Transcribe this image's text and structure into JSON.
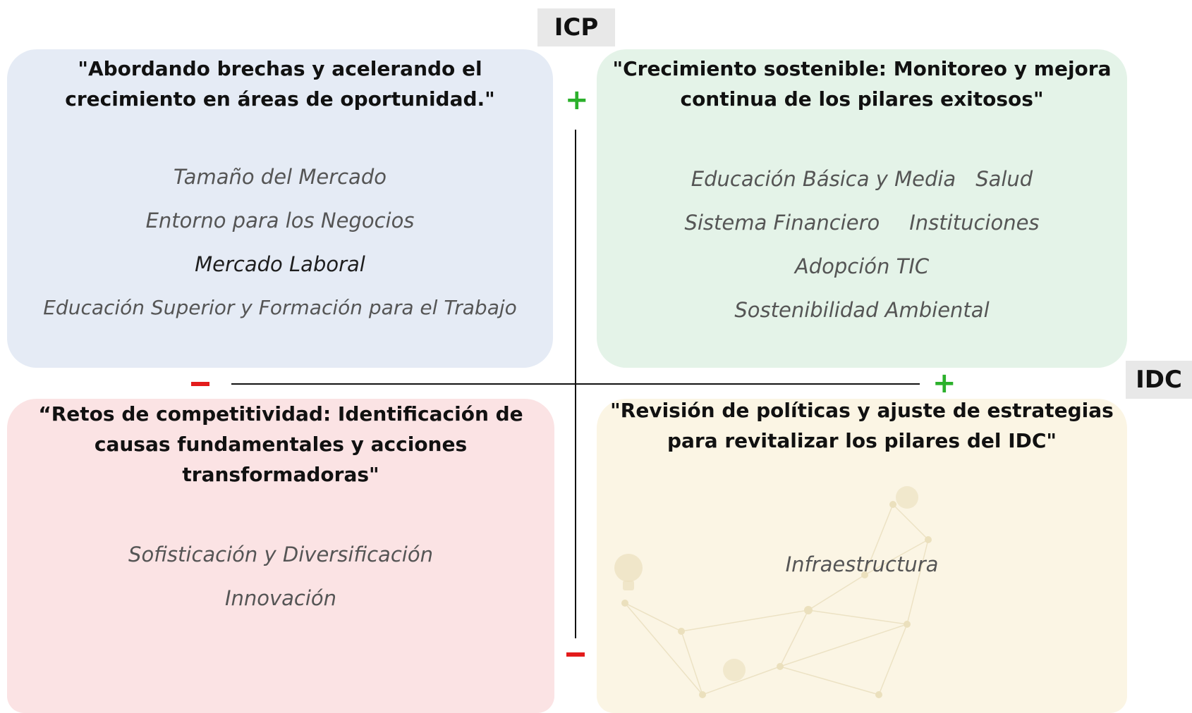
{
  "axes": {
    "vertical_label": "ICP",
    "horizontal_label": "IDC"
  },
  "signs": {
    "plus": "+",
    "minus": "−"
  },
  "colors": {
    "top_left": "#e5ebf5",
    "top_right": "#e4f3e8",
    "bottom_left": "#fbe3e4",
    "bottom_right": "#fbf5e4",
    "plus": "#2bb02b",
    "minus": "#e31b1b"
  },
  "quadrants": {
    "top_left": {
      "title": "\"Abordando brechas y acelerando el\ncrecimiento en áreas de oportunidad.\"",
      "items": [
        "Tamaño del Mercado",
        "Entorno para los Negocios",
        "Mercado Laboral",
        "Educación Superior y Formación para el Trabajo"
      ]
    },
    "top_right": {
      "title": "\"Crecimiento sostenible: Monitoreo y mejora\ncontinua de los pilares exitosos\"",
      "items": [
        "Educación Básica y Media",
        "Salud",
        "Sistema Financiero",
        "Instituciones",
        "Adopción TIC",
        "Sostenibilidad Ambiental"
      ]
    },
    "bottom_left": {
      "title": "“Retos de competitividad: Identificación de\ncausas fundamentales y acciones\ntransformadoras\"",
      "items": [
        "Sofisticación y Diversificación",
        "Innovación"
      ]
    },
    "bottom_right": {
      "title": "\"Revisión de políticas y ajuste de estrategias\npara revitalizar los pilares del IDC\"",
      "items": [
        "Infraestructura"
      ]
    }
  }
}
